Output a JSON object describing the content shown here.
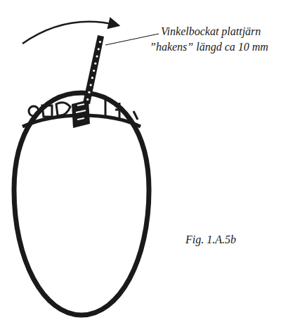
{
  "diagram": {
    "caption": "Fig. 1.A.5b",
    "labels": [
      "Vinkelbockat plattjärn",
      "”hakens” längd ca 10 mm"
    ]
  }
}
